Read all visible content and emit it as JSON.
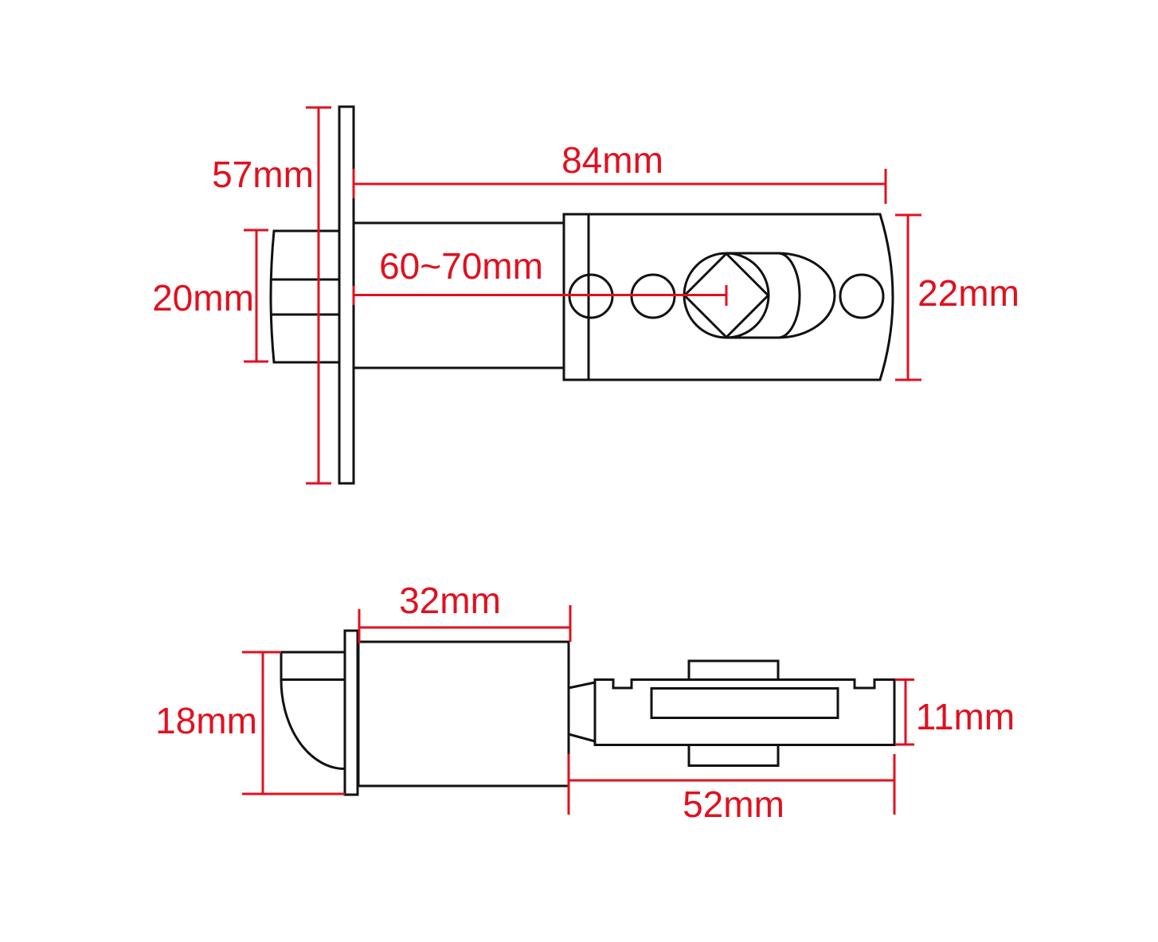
{
  "colors": {
    "background": "#ffffff",
    "outline": "#111111",
    "dimension_red": "#e0111f"
  },
  "dims": {
    "d57": "57mm",
    "d84": "84mm",
    "d20": "20mm",
    "d6070": "60~70mm",
    "d22": "22mm",
    "d32": "32mm",
    "d18": "18mm",
    "d11": "11mm",
    "d52": "52mm"
  },
  "views": {
    "top_view_dimensions": [
      "57mm",
      "84mm",
      "20mm",
      "60~70mm",
      "22mm"
    ],
    "side_view_dimensions": [
      "32mm",
      "18mm",
      "11mm",
      "52mm"
    ]
  }
}
